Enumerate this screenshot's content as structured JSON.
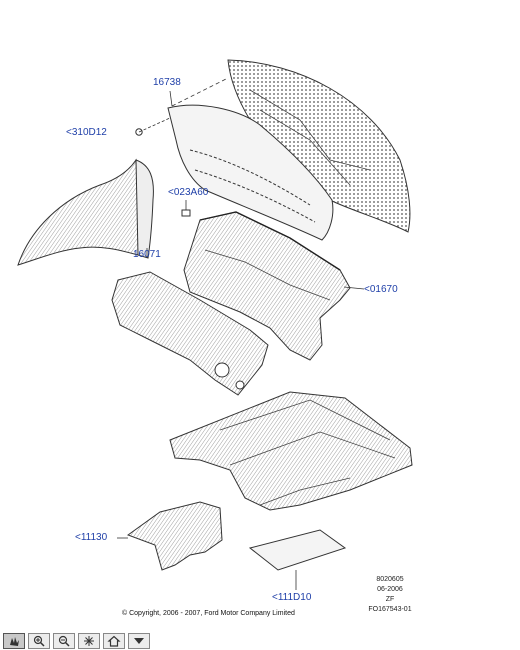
{
  "labels": {
    "p16738": "16738",
    "p310D12": "<310D12",
    "p023A60": "<023A60",
    "p16071": "16071",
    "p01670": "<01670",
    "p11130": "<11130",
    "p111D10": "<111D10"
  },
  "meta": {
    "line1": "8020605",
    "line2": "06-2006",
    "line3": "ZF",
    "line4": "FO167543-01"
  },
  "copyright": "© Copyright, 2006 - 2007, Ford Motor Company Limited",
  "toolbar": {
    "tools": [
      "pan-icon",
      "zoom-in-icon",
      "zoom-out-icon",
      "select-icon",
      "home-icon",
      "dropdown-arrow-icon"
    ]
  },
  "colors": {
    "label": "#1f3fa8",
    "line": "#333333",
    "fill": "#f2f2f2",
    "hatch": "#888888"
  }
}
